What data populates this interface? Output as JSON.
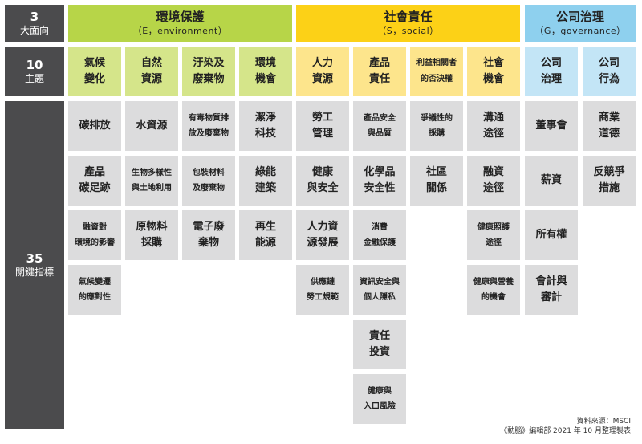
{
  "sidebar": {
    "dimensions": {
      "count": "3",
      "label": "大面向"
    },
    "topics": {
      "count": "10",
      "label": "主題"
    },
    "indicators": {
      "count": "35",
      "label": "關鍵指標"
    }
  },
  "pillars": {
    "env": {
      "title": "環境保護",
      "subtitle": "（E，environment）"
    },
    "soc": {
      "title": "社會責任",
      "subtitle": "（S，social）"
    },
    "gov": {
      "title": "公司治理",
      "subtitle": "（G，governance）"
    }
  },
  "topics": [
    "氣候\n變化",
    "自然\n資源",
    "汙染及\n廢棄物",
    "環境\n機會",
    "人力\n資源",
    "產品\n責任",
    "利益相關者\n的否決權",
    "社會\n機會",
    "公司\n治理",
    "公司\n行為"
  ],
  "indicators": {
    "c0": [
      "碳排放",
      "產品\n碳足跡",
      "融資對\n環境的影響",
      "氣候變遷\n的應對性"
    ],
    "c1": [
      "水資源",
      "生物多樣性\n與土地利用",
      "原物料\n採購"
    ],
    "c2": [
      "有毒物質排\n放及廢棄物",
      "包裝材料\n及廢棄物",
      "電子廢\n棄物"
    ],
    "c3": [
      "潔淨\n科技",
      "綠能\n建築",
      "再生\n能源"
    ],
    "c4": [
      "勞工\n管理",
      "健康\n與安全",
      "人力資\n源發展",
      "供應鏈\n勞工規範"
    ],
    "c5": [
      "產品安全\n與品質",
      "化學品\n安全性",
      "消費\n金融保護",
      "資訊安全與\n個人隱私",
      "責任\n投資",
      "健康與\n入口風險"
    ],
    "c6": [
      "爭議性的\n採購",
      "社區\n關係"
    ],
    "c7": [
      "溝通\n途徑",
      "融資\n途徑",
      "健康照護\n途徑",
      "健康與營養\n的機會"
    ],
    "c8": [
      "董事會",
      "薪資",
      "所有權",
      "會計與\n審計"
    ],
    "c9": [
      "商業\n道德",
      "反競爭\n措施"
    ]
  },
  "source": {
    "line1": "資料來源：MSCI",
    "line2": "《動腦》編輯部 2021 年 10 月整理製表"
  },
  "colors": {
    "sidebar": "#4b4b4d",
    "env_header": "#b7d548",
    "env_topic": "#d5e58a",
    "soc_header": "#fcd117",
    "soc_topic": "#fde58c",
    "gov_header": "#8ed0ee",
    "gov_topic": "#c3e5f6",
    "indicator": "#dcdcdd"
  }
}
